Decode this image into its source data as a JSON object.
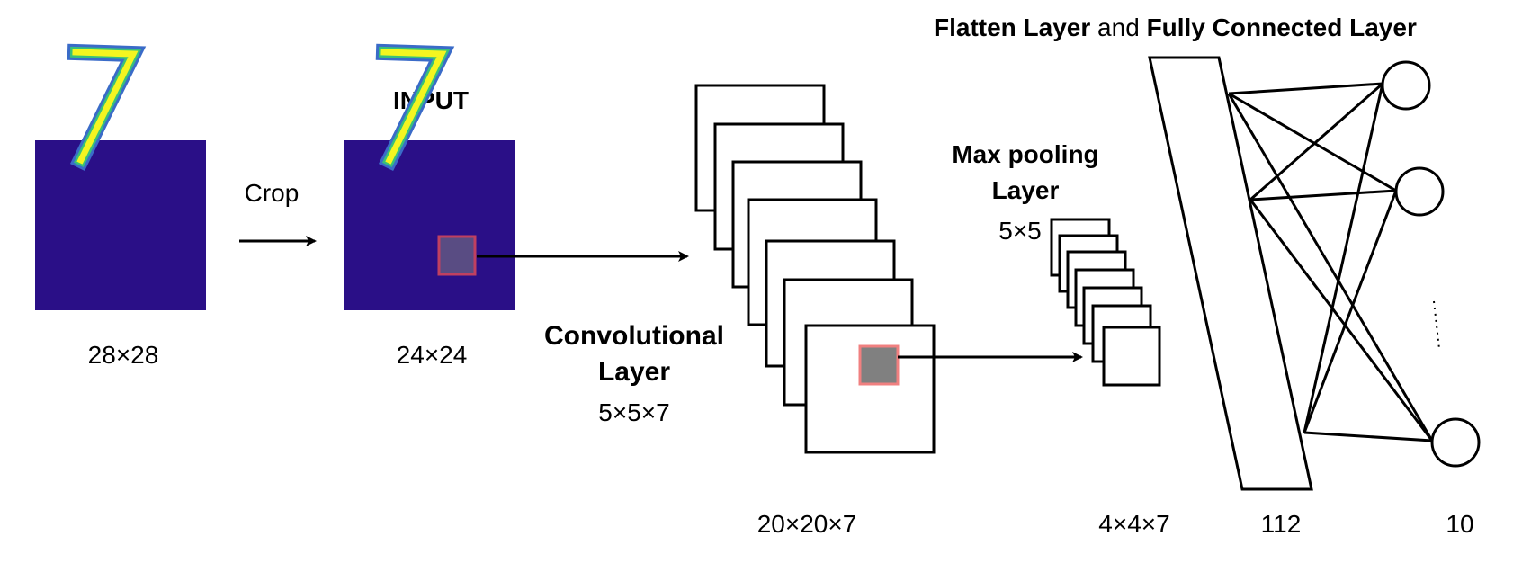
{
  "title": {
    "part1": "Flatten Layer",
    "part2": " and ",
    "part3": "Fully Connected Layer"
  },
  "crop_label": "Crop",
  "input_label": "INPUT",
  "original_size": "28×28",
  "cropped_size": "24×24",
  "conv": {
    "name_line1": "Convolutional",
    "name_line2": "Layer",
    "kernel": "5×5×7",
    "output": "20×20×7"
  },
  "pool": {
    "name_line1": "Max pooling",
    "name_line2": "Layer",
    "kernel": "5×5",
    "output": "4×4×7"
  },
  "flatten_size": "112",
  "output_size": "10",
  "colors": {
    "image_bg": "#2a0f87",
    "digit_yellow": "#f4f520",
    "digit_green": "#38c07a",
    "digit_blue": "#3a6bc8",
    "kernel_fill": "#808080",
    "kernel_border": "#f08080",
    "crop_box": "#c04060"
  }
}
